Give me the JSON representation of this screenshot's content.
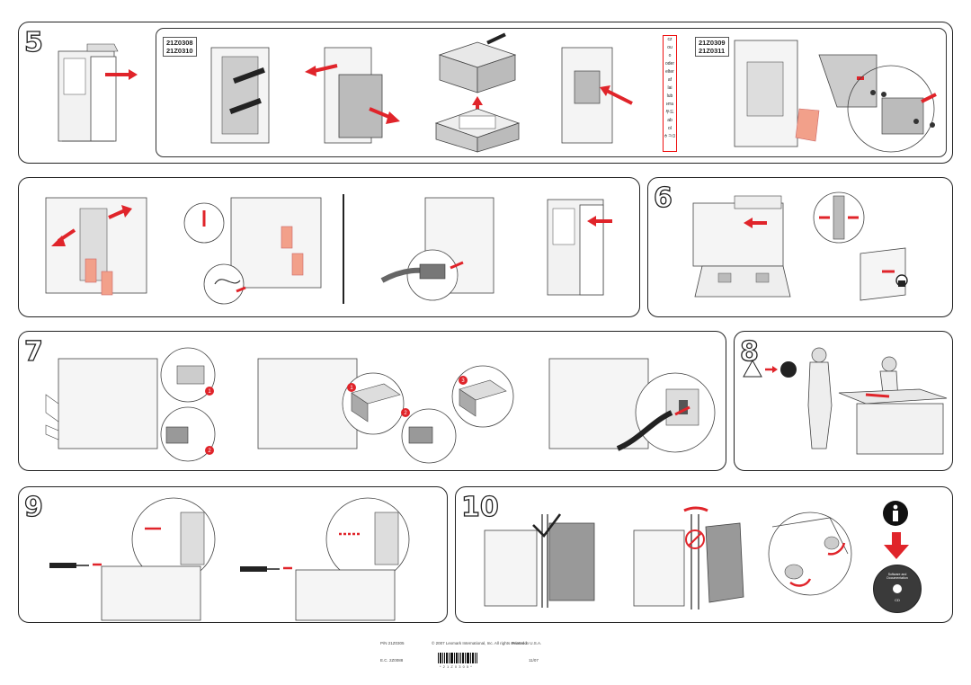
{
  "colors": {
    "accent": "#e0242a",
    "tag": "#f2a08a",
    "line": "#333333"
  },
  "steps": {
    "s5": "5",
    "s6": "6",
    "s7": "7",
    "s8": "8",
    "s9": "9",
    "s10": "10"
  },
  "part_numbers": {
    "group_a_line1": "21Z0308",
    "group_a_line2": "21Z0310",
    "group_b_line1": "21Z0309",
    "group_b_line2": "21Z0311"
  },
  "language_words": [
    "cz",
    "ou",
    "o",
    "oder",
    "elter",
    "af",
    "lai",
    "lub",
    "ита",
    "두드",
    "ab",
    "ol",
    "ㅎㅋㅁ"
  ],
  "callouts": {
    "one": "1",
    "two": "2",
    "three": "3"
  },
  "cd": {
    "title": "Software and Documentation",
    "subtitle": "CD"
  },
  "footer": {
    "part_number": "P/N 21Z0305",
    "copyright": "© 2007 Lexmark International, Inc. All rights reserved.",
    "printed": "Printed in U.S.A.",
    "ec_number": "E.C. 2Z0088",
    "barcode_text": "* 2 1 Z 0 3 0 5 *",
    "date": "11/07"
  },
  "icons": [
    "arrow-icon",
    "box-icon",
    "tag-icon",
    "check-icon",
    "no-sign-icon",
    "info-icon",
    "cd-icon",
    "lock-icon",
    "warning-icon",
    "barcode-icon"
  ]
}
